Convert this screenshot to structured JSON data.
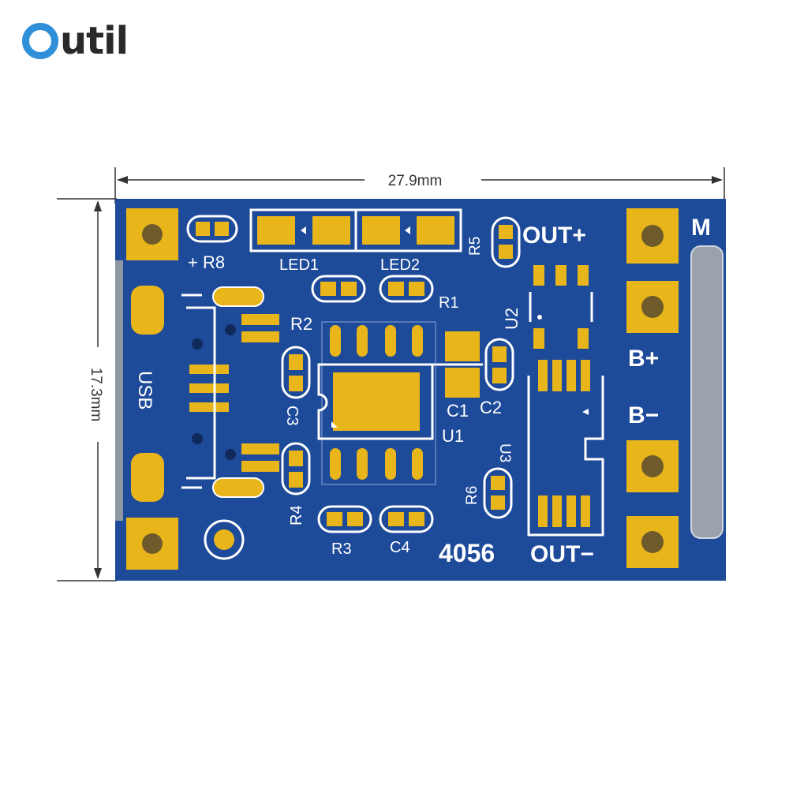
{
  "brand": {
    "logo_text": "util"
  },
  "dimensions": {
    "width": "27.9mm",
    "height": "17.3mm"
  },
  "silkscreen": {
    "r8": "+ R8",
    "led1": "LED1",
    "led2": "LED2",
    "r5": "R5",
    "out_plus": "OUT+",
    "m": "M",
    "r2": "R2",
    "r1": "R1",
    "u2": "U2",
    "usb": "USB",
    "b_plus": "B+",
    "b_minus": "B−",
    "c3": "C3",
    "c1": "C1",
    "c2": "C2",
    "u1": "U1",
    "u3": "U3",
    "r6": "R6",
    "r4": "R4",
    "r3": "R3",
    "c4": "C4",
    "chip_name": "4056",
    "out_minus": "OUT−"
  },
  "colors": {
    "board": "#1e4a9a",
    "pad": "#e8b51a",
    "silk": "#ffffff",
    "logo_accent": "#2f8fd8"
  }
}
